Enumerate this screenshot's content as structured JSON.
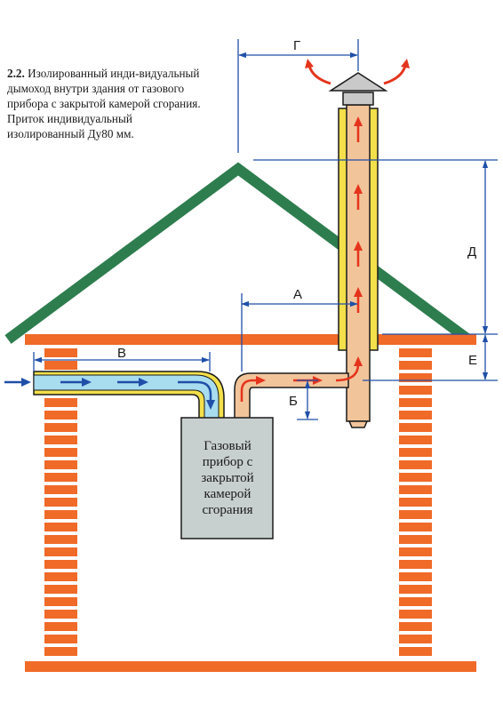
{
  "caption": {
    "number": "2.2.",
    "text": "Изолированный инди-видуальный дымоход внутри здания от газового прибора с закрытой камерой сгорания. Приток индивидуальный изолированный Ду80 мм."
  },
  "device": {
    "lines": [
      "Газовый",
      "прибор с",
      "закрытой",
      "камерой",
      "сгорания"
    ]
  },
  "dimensions": {
    "a": "А",
    "b": "Б",
    "v": "В",
    "g": "Г",
    "d": "Д",
    "e": "Е"
  },
  "colors": {
    "roof": "#2e7d4f",
    "brick": "#f06a28",
    "flue": "#f2c49a",
    "insulation": "#f3e04a",
    "intake": "#a8dcef",
    "arrow_hot": "#e5341c",
    "arrow_cold": "#1f4fa8",
    "device": "#c8cfcf",
    "cap": "#c9c9c9"
  }
}
